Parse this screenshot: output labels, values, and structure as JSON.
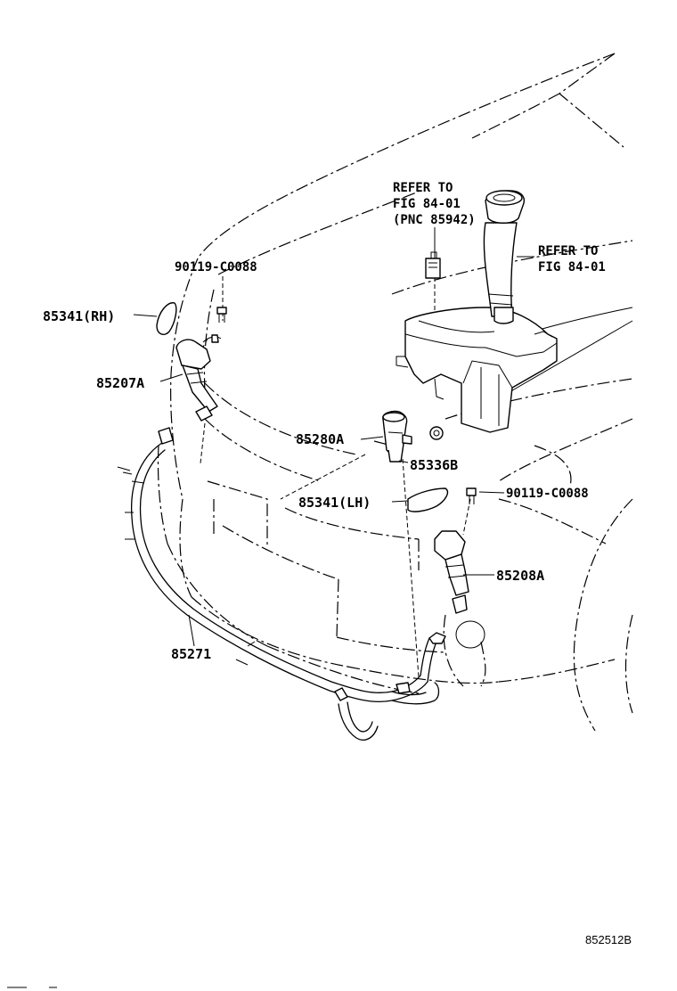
{
  "labels": {
    "refer_fig_84_01_pnc_line1": "REFER TO",
    "refer_fig_84_01_pnc_line2": "FIG 84-01",
    "refer_fig_84_01_pnc_line3": "(PNC 85942)",
    "refer_fig_84_01_line1": "REFER TO",
    "refer_fig_84_01_line2": "FIG 84-01",
    "bolt_rh": "90119-C0088",
    "cap_rh": "85341(RH)",
    "nozzle_rh": "85207A",
    "pump": "85280A",
    "grommet": "85336B",
    "cap_lh": "85341(LH)",
    "bolt_lh": "90119-C0088",
    "nozzle_lh": "85208A",
    "hose": "85271"
  },
  "figure_code": "852512B"
}
